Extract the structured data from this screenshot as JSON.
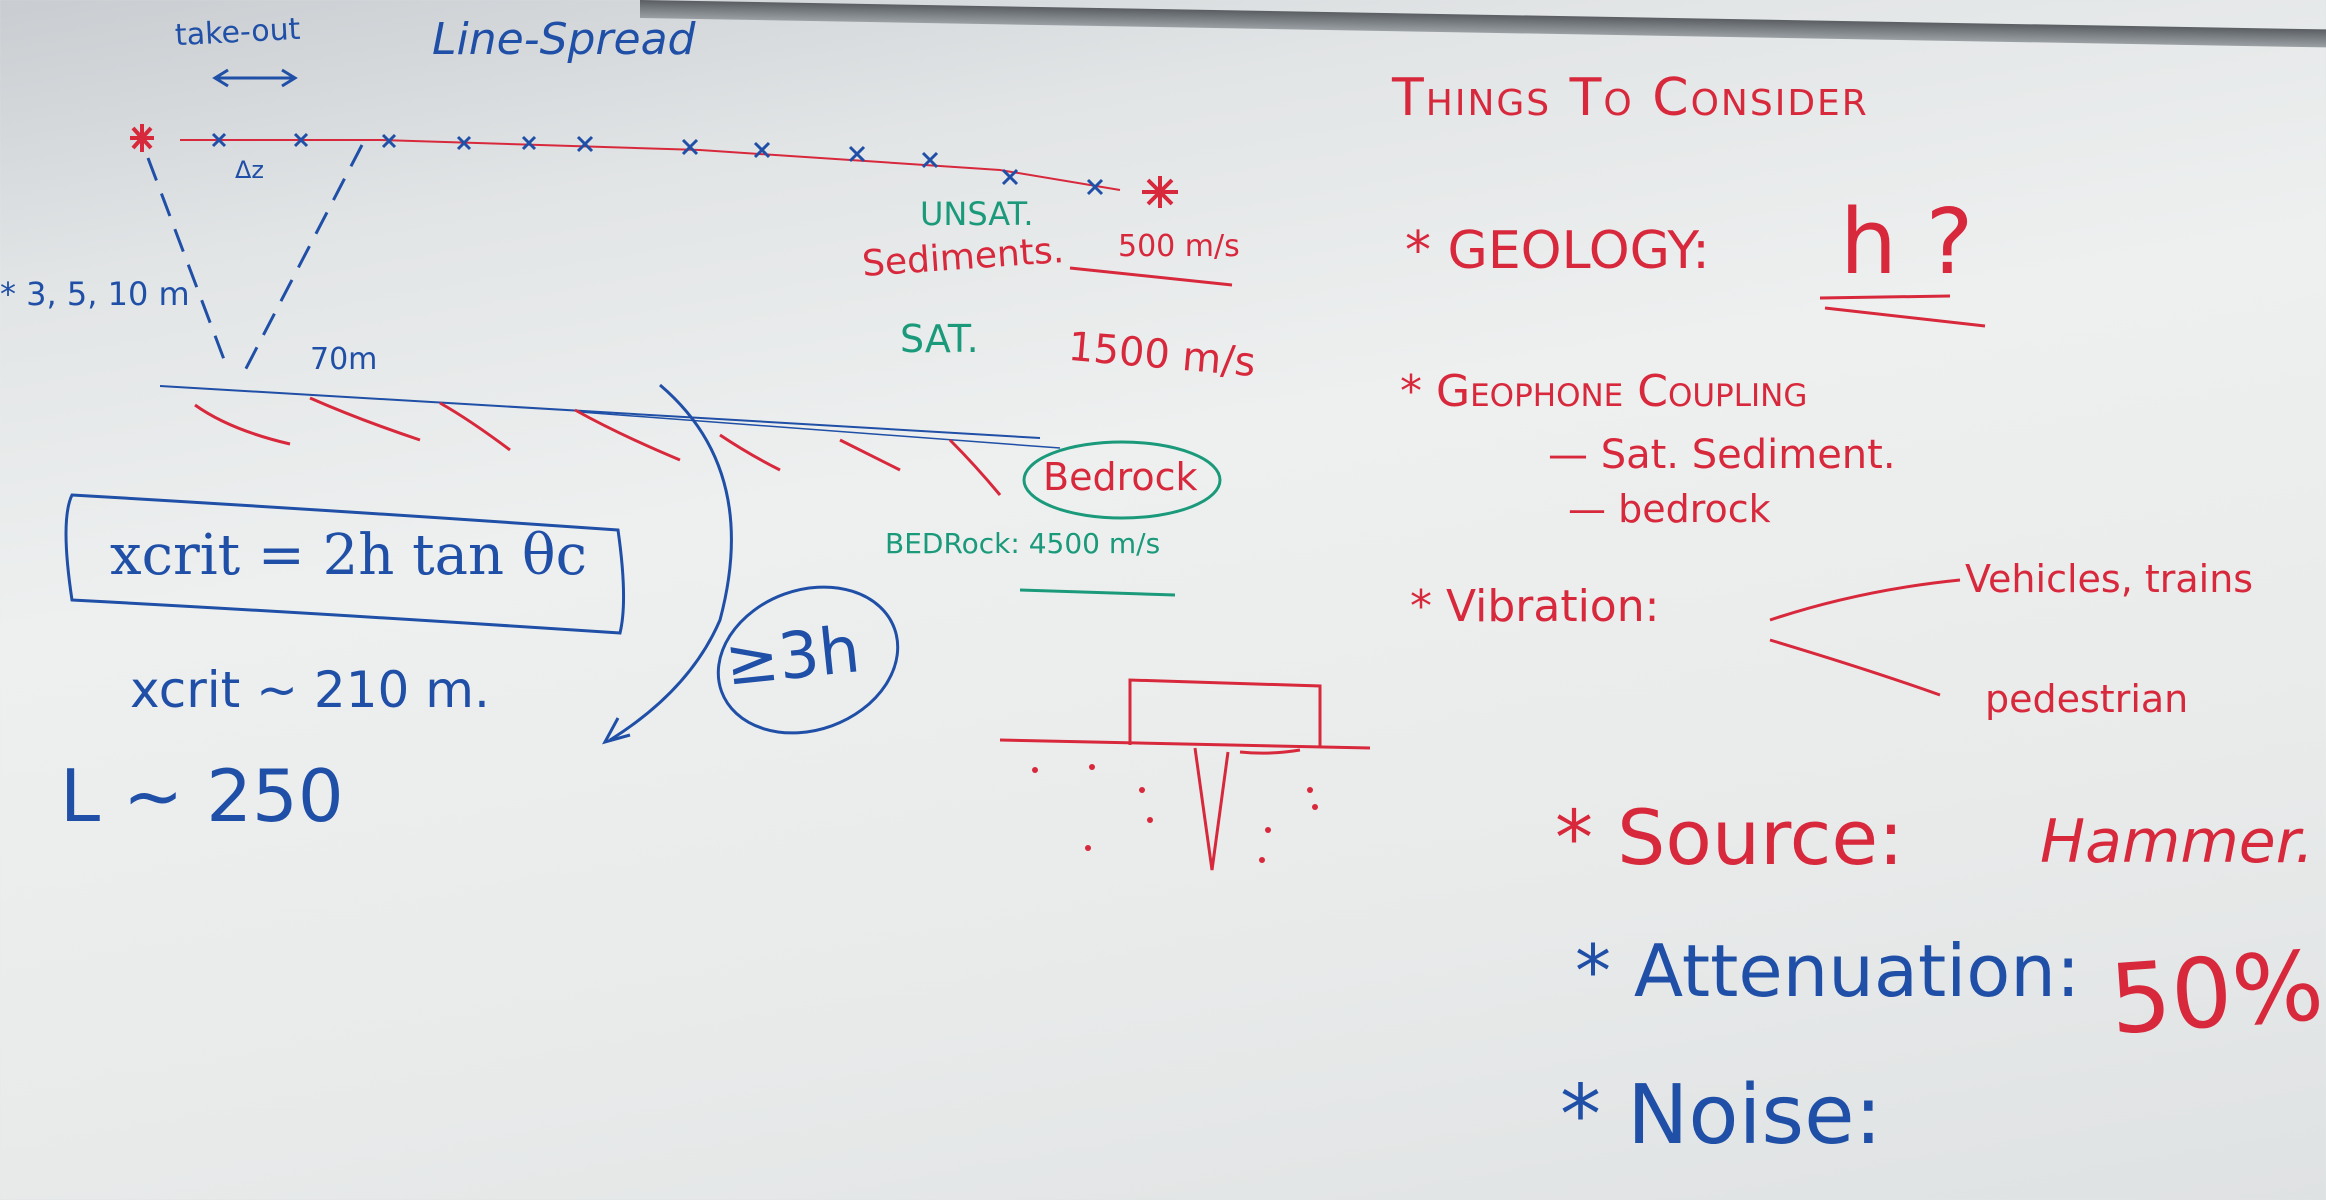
{
  "left_diagram": {
    "take_out": "take-out",
    "line_spread": "Line-Spread",
    "dx": "Δz",
    "offsets": "* 3, 5, 10 m",
    "depth": "70m",
    "unsat": "UNSAT.",
    "sediments": "Sediments.",
    "v_unsat": "500 m/s",
    "sat": "SAT.",
    "v_sat": "1500 m/s",
    "bedrock_circled": "Bedrock",
    "bedrock_v": "BEDRock: 4500 m/s",
    "formula": "xcrit = 2h tan θc",
    "xcrit_value": "xcrit ~ 210 m.",
    "length": "L ~ 250",
    "three_h": "≥3h"
  },
  "considerations": {
    "title": "Things To Consider",
    "geology_label": "* GEOLOGY:",
    "geology_value": "h ?",
    "geophone_label": "* Geophone Coupling",
    "geophone_sub1": "— Sat. Sediment.",
    "geophone_sub2": "— bedrock",
    "vibration_label": "* Vibration:",
    "vibration_sub1": "Vehicles, trains",
    "vibration_sub2": "pedestrian",
    "source_label": "* Source:",
    "source_value": "Hammer.",
    "attenuation_label": "* Attenuation:",
    "attenuation_value": "50%",
    "noise_label": "* Noise:"
  },
  "colors": {
    "red_marker": "#d8283c",
    "blue_marker": "#1f4fa6",
    "green_marker": "#1a9a7a"
  }
}
